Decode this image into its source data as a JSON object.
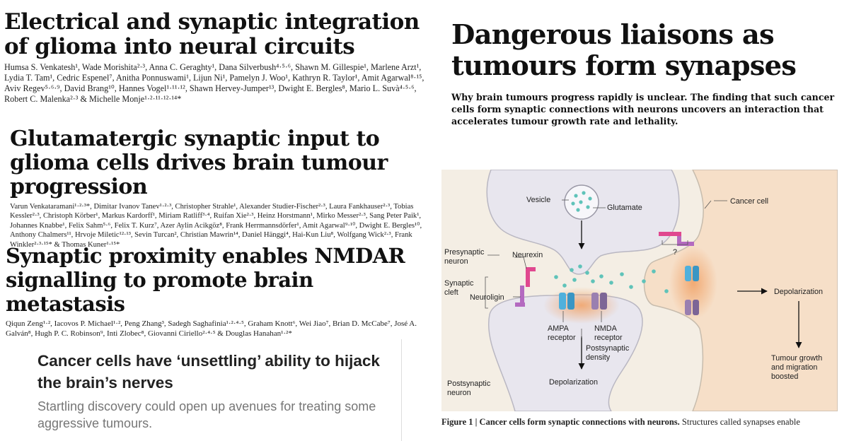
{
  "papers": [
    {
      "title": "Electrical and synaptic integration of glioma into neural circuits",
      "authors": "Humsa S. Venkatesh¹, Wade Morishita²·³, Anna C. Geraghty¹, Dana Silverbush⁴·⁵·⁶, Shawn M. Gillespie¹, Marlene Arzt¹, Lydia T. Tam¹, Cedric Espenel⁷, Anitha Ponnuswami¹, Lijun Ni¹, Pamelyn J. Woo¹, Kathryn R. Taylor¹, Amit Agarwal⁸·¹⁵, Aviv Regev⁵·⁶·⁹, David Brang¹⁰, Hannes Vogel¹·¹¹·¹², Shawn Hervey-Jumper¹³, Dwight E. Bergles⁸, Mario L. Suvà⁴·⁵·⁶, Robert C. Malenka²·³ & Michelle Monje¹·²·¹¹·¹²·¹⁴*"
    },
    {
      "title": "Glutamatergic synaptic input to glioma cells drives brain tumour progression",
      "authors": "Varun Venkataramani¹·²·³*, Dimitar Ivanov Tanev¹·²·³, Christopher Strahle¹, Alexander Studier-Fischer²·³, Laura Fankhauser²·³, Tobias Kessler²·³, Christoph Körber¹, Markus Kardorff¹, Miriam Ratliff³·⁴, Ruifan Xie²·³, Heinz Horstmann¹, Mirko Messer²·³, Sang Peter Paik¹, Johannes Knabbe¹, Felix Sahm⁵·⁶, Felix T. Kurz⁷, Azer Aylin Acikgöz⁸, Frank Herrmannsdörfer¹, Amit Agarwal⁹·¹⁰, Dwight E. Bergles¹⁰, Anthony Chalmers¹¹, Hrvoje Miletic¹²·¹³, Sevin Turcan², Christian Mawrin¹⁴, Daniel Hänggi⁴, Hai-Kun Liu⁸, Wolfgang Wick²·³, Frank Winkler²·³·¹⁵* & Thomas Kuner¹·¹⁵*"
    },
    {
      "title": "Synaptic proximity enables NMDAR signalling to promote brain metastasis",
      "authors": "Qiqun Zeng¹·², Iacovos P. Michael¹·², Peng Zhang³, Sadegh Saghafinia¹·²·⁴·⁵, Graham Knott⁶, Wei Jiao⁷, Brian D. McCabe⁷, José A. Galván⁸, Hugh P. C. Robinson⁹, Inti Zlobec⁸, Giovanni Ciriello²·⁴·⁵ & Douglas Hanahan¹·²*"
    }
  ],
  "news": {
    "headline": "Cancer cells have ‘unsettling’ ability to hijack the brain’s nerves",
    "subhead": "Startling discovery could open up avenues for treating some aggressive tumours."
  },
  "feature": {
    "title": "Dangerous liaisons as tumours form synapses",
    "standfirst": "Why brain tumours progress rapidly is unclear. The finding that such cancer cells form synaptic connections with neurons uncovers an interaction that accelerates tumour growth rate and lethality."
  },
  "figure": {
    "labels": {
      "vesicle": "Vesicle",
      "glutamate": "Glutamate",
      "cancer_cell": "Cancer cell",
      "presynaptic_neuron": "Presynaptic neuron",
      "neurexin": "Neurexin",
      "question": "?",
      "synaptic_cleft": "Synaptic cleft",
      "depolarization_right": "Depolarization",
      "neuroligin": "Neuroligin",
      "ampa": "AMPA receptor",
      "nmda": "NMDA receptor",
      "postsynaptic_density": "Postsynaptic density",
      "tumour_growth": "Tumour growth and migration boosted",
      "postsynaptic_neuron": "Postsynaptic neuron",
      "depolarization_bottom": "Depolarization"
    },
    "colors": {
      "background": "#f4eee4",
      "cell_fill": "#e8e6ee",
      "cancer_fill": "#f6dfc8",
      "glutamate": "#5fc3b9",
      "neurexin": "#e0488f",
      "ampa": "#4fb0dc",
      "nmda": "#9a7fb0",
      "density_glow": "#f1a46a"
    }
  },
  "caption": {
    "bold": "Figure 1 | Cancer cells form synaptic connections with neurons.",
    "rest": " Structures called synapses enable"
  }
}
